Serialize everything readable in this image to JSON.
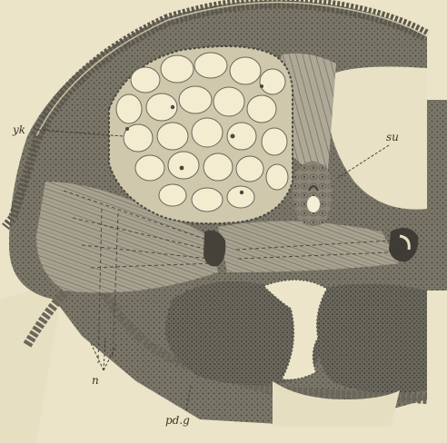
{
  "figure": {
    "labels": {
      "yk": "yk",
      "su": "su",
      "n": "n",
      "pdg": "pd.g"
    },
    "colors": {
      "paper": "#ebe4c8",
      "tissue_dark": "#6f6b5f",
      "tissue_mid": "#8f8a7b",
      "tissue_light": "#b3ad9c",
      "yolk_cell": "#f3ecd0",
      "ink": "#3a3425"
    }
  }
}
